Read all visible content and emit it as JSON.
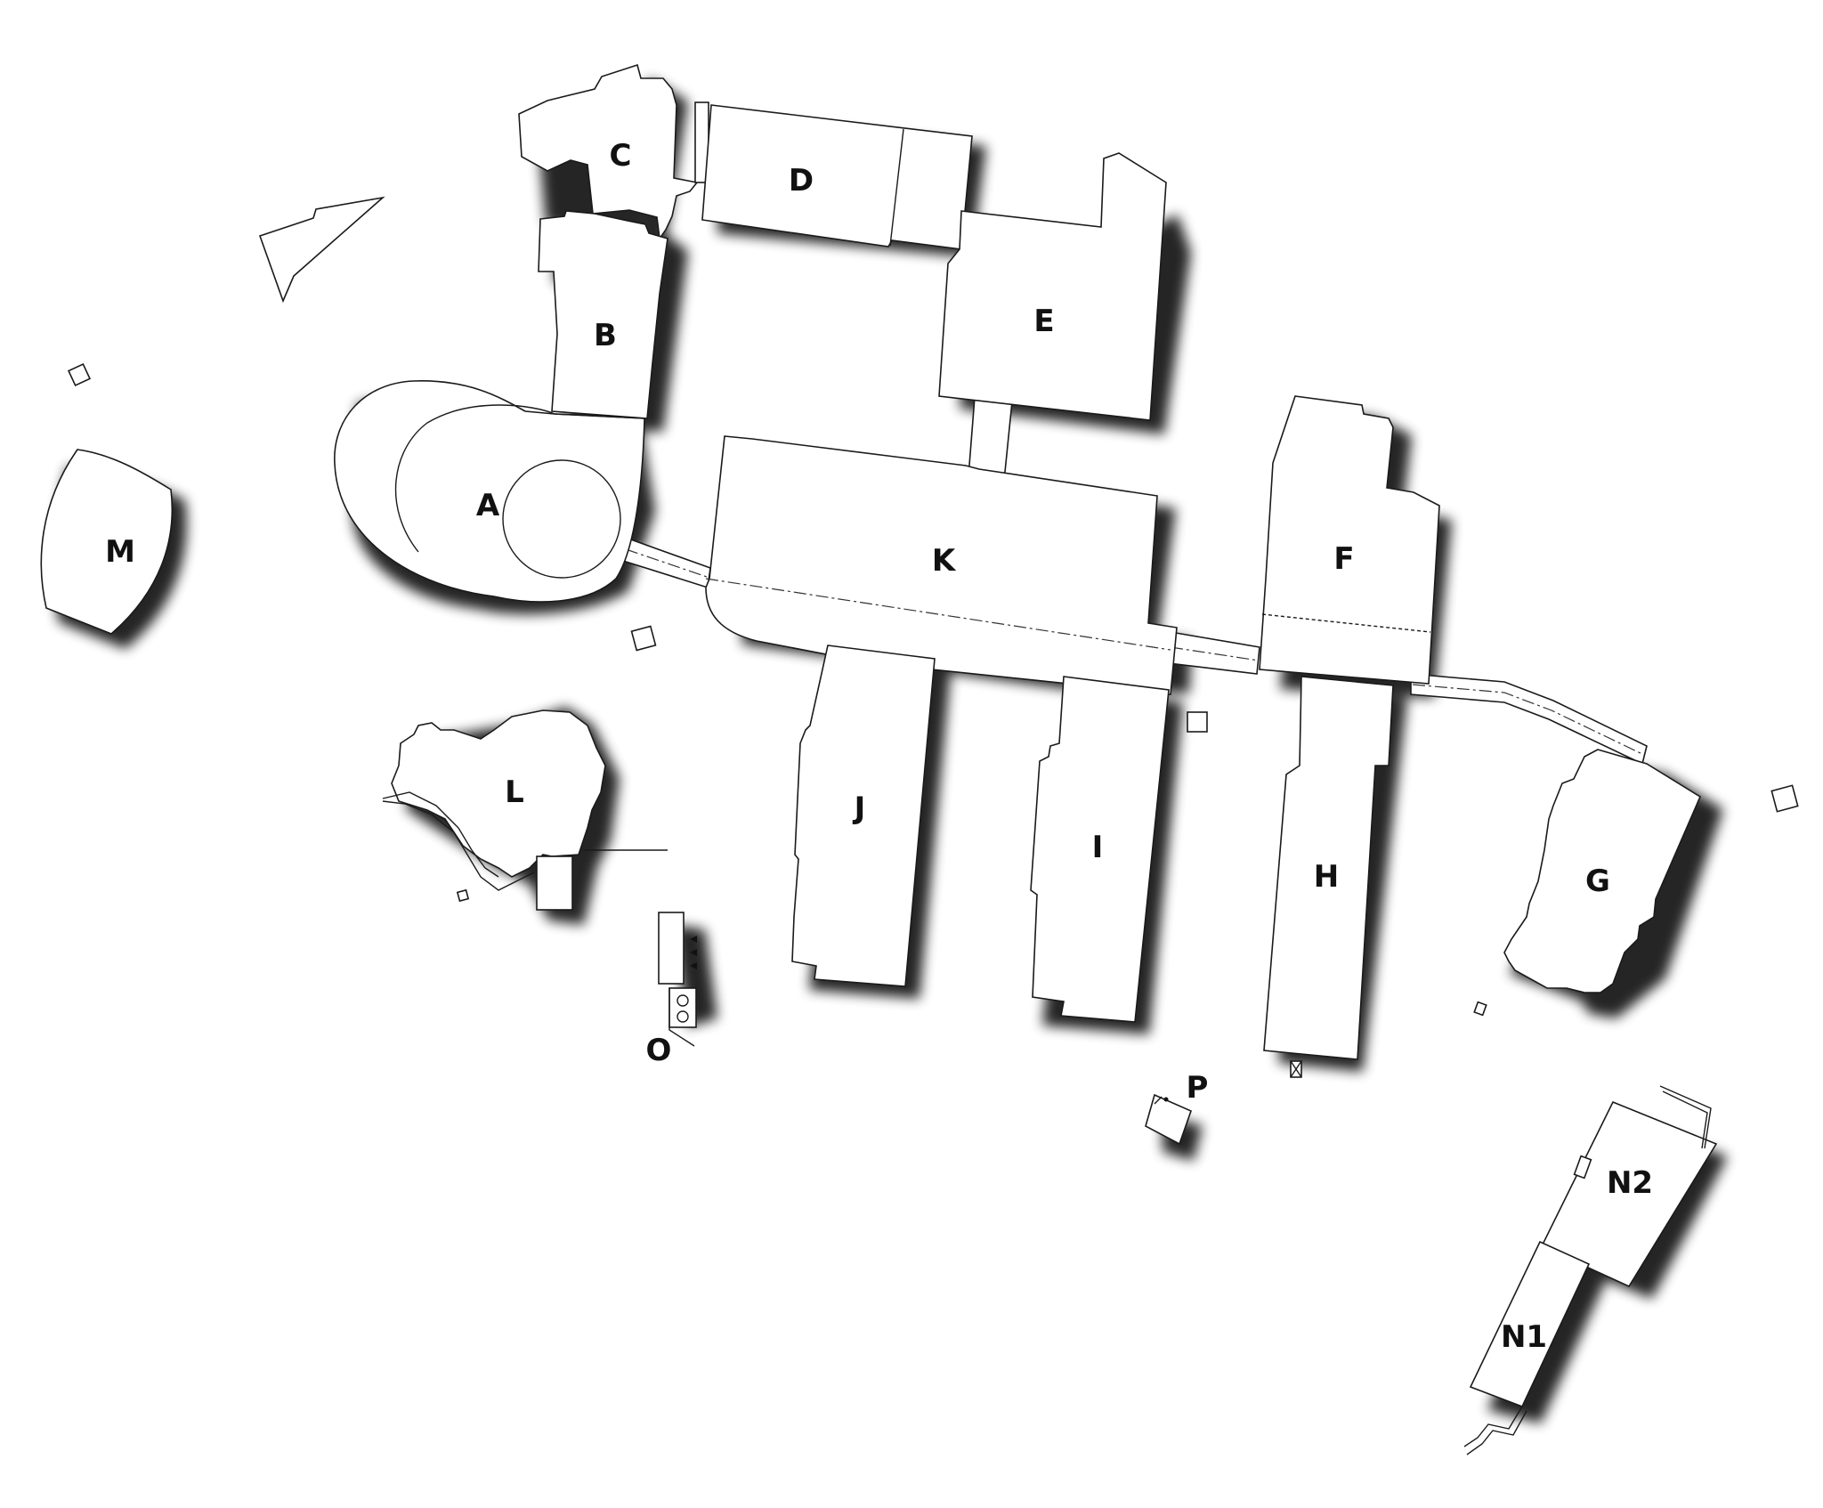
{
  "map": {
    "colors": {
      "background": "#ffffff",
      "outline": "#1a1a1a",
      "shadow": "#000000",
      "label": "#111111"
    },
    "buildings": [
      {
        "id": "A",
        "label": "A"
      },
      {
        "id": "B",
        "label": "B"
      },
      {
        "id": "C",
        "label": "C"
      },
      {
        "id": "D",
        "label": "D"
      },
      {
        "id": "E",
        "label": "E"
      },
      {
        "id": "F",
        "label": "F"
      },
      {
        "id": "G",
        "label": "G"
      },
      {
        "id": "H",
        "label": "H"
      },
      {
        "id": "I",
        "label": "I"
      },
      {
        "id": "J",
        "label": "J"
      },
      {
        "id": "K",
        "label": "K"
      },
      {
        "id": "L",
        "label": "L"
      },
      {
        "id": "M",
        "label": "M"
      },
      {
        "id": "N1",
        "label": "N1"
      },
      {
        "id": "N2",
        "label": "N2"
      },
      {
        "id": "O",
        "label": "O"
      },
      {
        "id": "P",
        "label": "P"
      }
    ]
  }
}
